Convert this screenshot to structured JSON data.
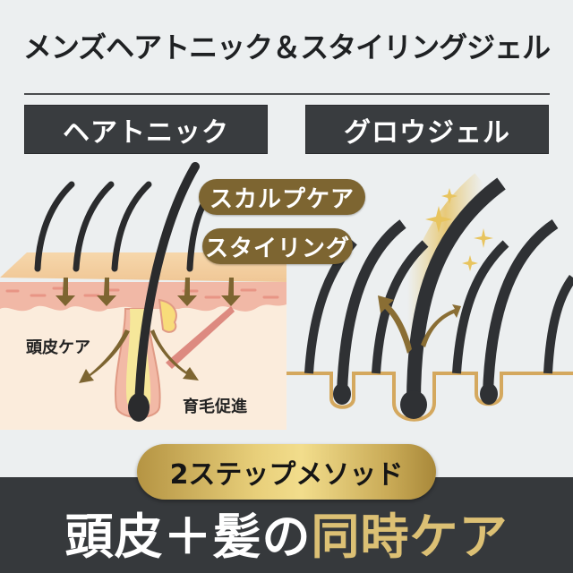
{
  "header": {
    "title": "メンズヘアトニック＆スタイリングジェル"
  },
  "sections": {
    "left_label": "ヘアトニック",
    "right_label": "グロウジェル"
  },
  "pills": {
    "scalp_care": "スカルプケア",
    "styling": "スタイリング"
  },
  "annotations": {
    "scalp_care": "頭皮ケア",
    "hair_growth": "育毛促進"
  },
  "badge": {
    "label": "2ステップメソッド"
  },
  "headline": {
    "part_white": "頭皮＋髪の",
    "part_gold": "同時ケア"
  },
  "colors": {
    "background": "#eceff0",
    "dark": "#36393c",
    "gold": "#dcc074",
    "pill_brown": "#7d6531",
    "skin": "#f3cfa0"
  },
  "icons": [
    "hair-strand-icon",
    "down-arrow-icon",
    "sparkle-icon",
    "up-arrow-icon"
  ]
}
